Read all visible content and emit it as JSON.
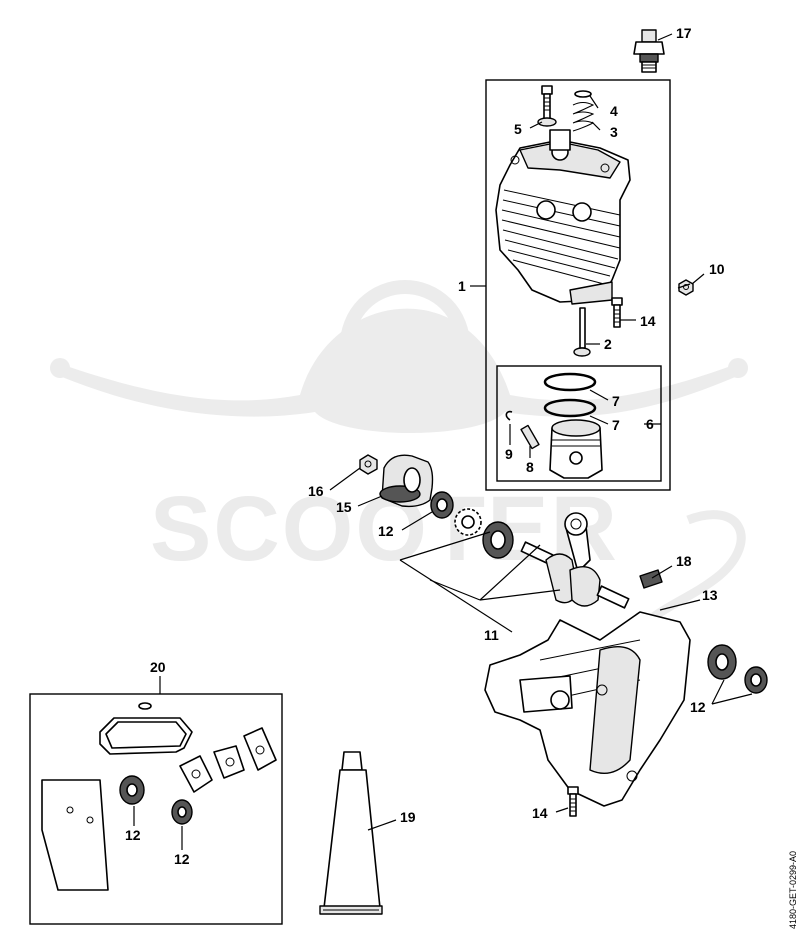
{
  "watermark": {
    "text": "SCOOTER"
  },
  "document_code": "4180-GET-0299-A0",
  "callouts": {
    "c1": "1",
    "c2": "2",
    "c3": "3",
    "c4": "4",
    "c5": "5",
    "c6": "6",
    "c7a": "7",
    "c7b": "7",
    "c8": "8",
    "c9": "9",
    "c10": "10",
    "c11": "11",
    "c12a": "12",
    "c12b": "12",
    "c12c": "12",
    "c12d": "12",
    "c13": "13",
    "c14a": "14",
    "c14b": "14",
    "c15": "15",
    "c16": "16",
    "c17": "17",
    "c18": "18",
    "c19": "19",
    "c20": "20"
  }
}
